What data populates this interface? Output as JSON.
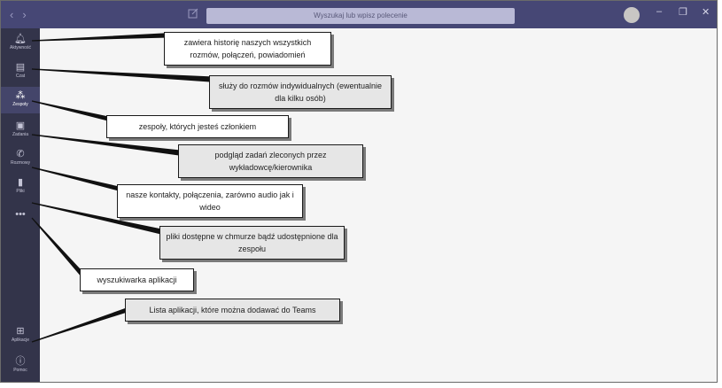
{
  "titlebar": {
    "search_placeholder": "Wyszukaj lub wpisz polecenie",
    "nav_back_icon": "chevron-left-icon",
    "nav_forward_icon": "chevron-right-icon",
    "window_controls": {
      "minimize": "–",
      "maximize": "❐",
      "close": "✕"
    }
  },
  "rail": {
    "items": [
      {
        "label": "Aktywność",
        "icon": "bell-icon"
      },
      {
        "label": "Czat",
        "icon": "chat-icon"
      },
      {
        "label": "Zespoły",
        "icon": "teams-icon"
      },
      {
        "label": "Zadania",
        "icon": "assignments-icon"
      },
      {
        "label": "Rozmowy",
        "icon": "phone-icon"
      },
      {
        "label": "Pliki",
        "icon": "files-icon"
      },
      {
        "label": "",
        "icon": "more-icon"
      },
      {
        "label": "Aplikacje",
        "icon": "apps-icon"
      },
      {
        "label": "Pomoc",
        "icon": "help-icon"
      }
    ]
  },
  "callouts": [
    "zawiera historię naszych wszystkich rozmów, połączeń, powiadomień",
    "służy do rozmów indywidualnych (ewentualnie dla kilku osób)",
    "zespoły, których jesteś członkiem",
    "podgląd zadań zleconych przez wykładowcę/kierownika",
    "nasze kontakty, połączenia, zarówno audio jak i wideo",
    "pliki dostępne w chmurze bądź udostępnione dla zespołu",
    "wyszukiwarka aplikacji",
    "Lista aplikacji, które można dodawać do Teams"
  ],
  "colors": {
    "titlebar": "#464775",
    "rail": "#33344a",
    "rail_active": "#44456a",
    "accent": "#6264a7"
  }
}
